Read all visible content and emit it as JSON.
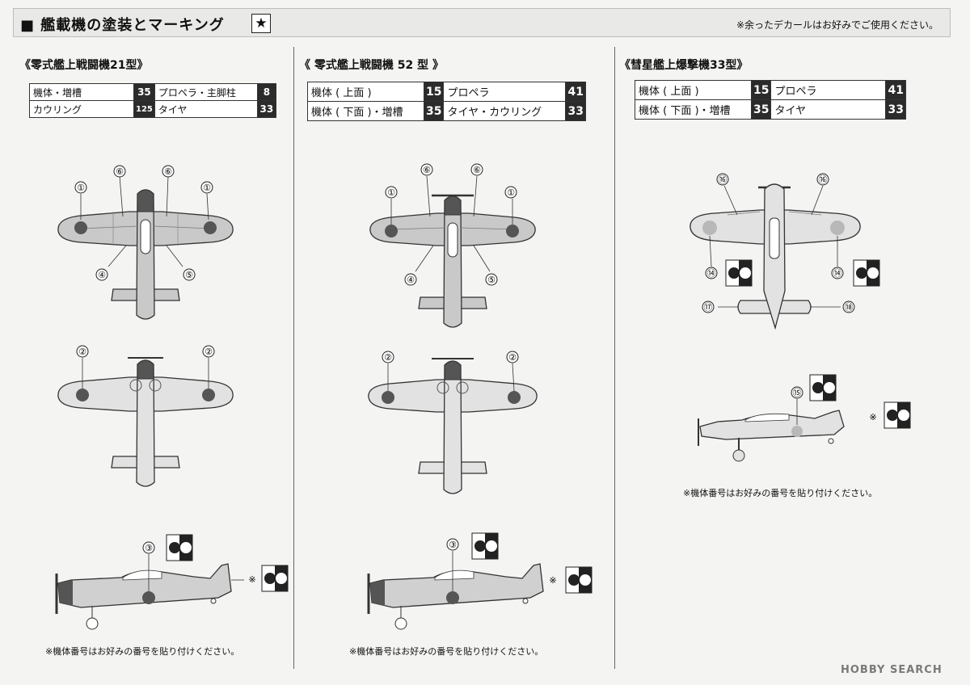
{
  "header": {
    "title": "■ 艦載機の塗装とマーキング",
    "star_icon": "★",
    "note": "※余ったデカールはお好みでご使用ください。"
  },
  "sections": [
    {
      "title": "《零式艦上戦闘機21型》",
      "paint": [
        {
          "label": "機体・増槽",
          "num": "35",
          "label2": "プロペラ・主脚柱",
          "num2": "8"
        },
        {
          "label": "カウリング",
          "num": "125",
          "label2": "タイヤ",
          "num2": "33"
        }
      ],
      "callouts_top": [
        "⑥",
        "⑥",
        "①",
        "①",
        "④",
        "⑤"
      ],
      "callouts_bottom": [
        "②",
        "②"
      ],
      "callouts_side": [
        "③",
        "※"
      ],
      "note": "※機体番号はお好みの番号を貼り付けください。"
    },
    {
      "title": "《 零式艦上戦闘機 52 型 》",
      "paint": [
        {
          "label": "機体 ( 上面 )",
          "num": "15",
          "label2": "プロペラ",
          "num2": "41"
        },
        {
          "label": "機体 ( 下面 )・増槽",
          "num": "35",
          "label2": "タイヤ・カウリング",
          "num2": "33"
        }
      ],
      "callouts_top": [
        "⑥",
        "⑥",
        "①",
        "①",
        "④",
        "⑤"
      ],
      "callouts_bottom": [
        "②",
        "②"
      ],
      "callouts_side": [
        "③",
        "※"
      ],
      "note": "※機体番号はお好みの番号を貼り付けください。"
    },
    {
      "title": "《彗星艦上爆撃機33型》",
      "paint": [
        {
          "label": "機体 ( 上面 )",
          "num": "15",
          "label2": "プロペラ",
          "num2": "41"
        },
        {
          "label": "機体 ( 下面 )・増槽",
          "num": "35",
          "label2": "タイヤ",
          "num2": "33"
        }
      ],
      "callouts_top": [
        "⑯",
        "⑯",
        "⑭",
        "⑭",
        "⑰",
        "⑱"
      ],
      "callouts_side": [
        "⑮",
        "※"
      ],
      "note": "※機体番号はお好みの番号を貼り付けください。"
    }
  ],
  "watermark": "HOBBY SEARCH",
  "colors": {
    "paint_chip": "#2b2b2b",
    "fill": "#c9c9c9",
    "dark": "#555555"
  }
}
